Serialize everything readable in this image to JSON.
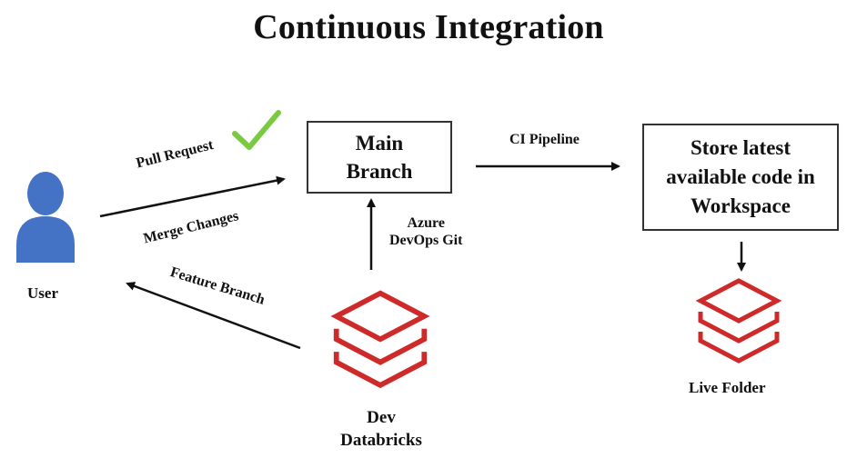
{
  "diagram": {
    "title": "Continuous Integration",
    "user": {
      "label": "User"
    },
    "main_branch": {
      "label": "Main\nBranch"
    },
    "store_box": {
      "label": "Store latest\navailable code in\nWorkspace"
    },
    "edges": {
      "pull_request": "Pull Request",
      "merge_changes": "Merge Changes",
      "feature_branch": "Feature Branch",
      "ci_pipeline": "CI Pipeline",
      "azure_devops_git": "Azure\nDevOps Git"
    },
    "dev_databricks": {
      "label": "Dev\nDatabricks",
      "icon": "databricks-logo-icon"
    },
    "live_folder": {
      "label": "Live Folder",
      "icon": "databricks-logo-icon"
    },
    "approval_icon": "checkmark-icon",
    "colors": {
      "person": "#4472c4",
      "databricks": "#cf2a2a",
      "check": "#7ac943",
      "text": "#111111"
    }
  }
}
